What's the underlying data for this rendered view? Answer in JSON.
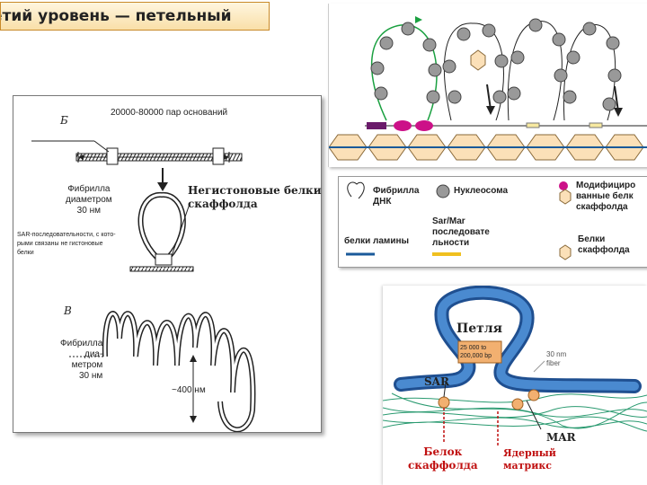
{
  "slide_title": "етий уровень — петельный",
  "panel_b": {
    "letter": "Б",
    "span_label": "20000-80000 пар оснований",
    "fibril_label_1": "Фибрилла",
    "fibril_label_2": "диаметром",
    "fibril_label_3": "30 нм",
    "nonhistone_label_1": "Негистоновые белки",
    "nonhistone_label_2": "скаффолда",
    "sar_label_1": "SAR-последовательности, с кото-",
    "sar_label_2": "рыми связаны не гистоновые",
    "sar_label_3": "белки"
  },
  "panel_v": {
    "letter": "В",
    "fibril_label_1": "Фибрилла",
    "fibril_label_2": "диа-",
    "fibril_label_3": "метром",
    "fibril_label_4": "30 нм",
    "size_label": "~400 нм"
  },
  "legend": {
    "dna_fibril_1": "Фибрилла",
    "dna_fibril_2": "ДНК",
    "nucleosome": "Нуклеосома",
    "modified_1": "Модифициро",
    "modified_2": "ванные белк",
    "modified_3": "скаффолда",
    "sarmar_1": "Sar/Mar",
    "sarmar_2": "последовате",
    "sarmar_3": "льности",
    "lamin": "белки ламины",
    "scaffold_1": "Белки",
    "scaffold_2": "скаффолда"
  },
  "panel_br": {
    "loop": "Петля",
    "box_line_1": "25 000 to",
    "box_line_2": "200,000 bp",
    "fiber_1": "30 nm",
    "fiber_2": "fiber",
    "sar": "SAR",
    "mar": "MAR",
    "scaffold_1": "Белок",
    "scaffold_2": "скаффолда",
    "matrix_1": "Ядерный",
    "matrix_2": "матрикс"
  },
  "colors": {
    "title_border": "#c98a2a",
    "hexagon_fill": "#fbe0b8",
    "lamin_line": "#1a5a9a",
    "sarmar_yellow": "#f0c020",
    "dna_green": "#1aa040",
    "loop_blue": "#3a78c0",
    "protein_orange": "#f2b070",
    "matrix_green": "#2a9a70",
    "label_red": "#c01010"
  }
}
